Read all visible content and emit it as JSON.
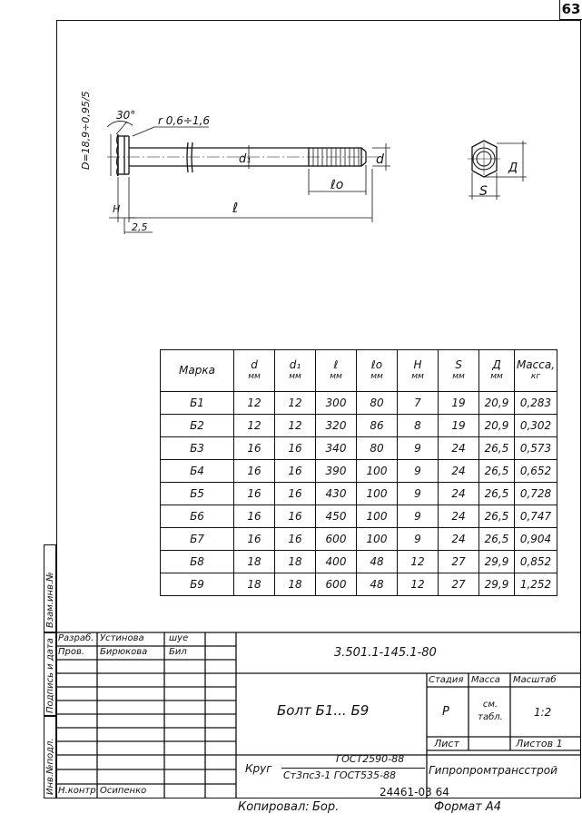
{
  "page_number": "63",
  "drawing": {
    "d_label": "D=18,9÷0,95/5",
    "angle_label": "30°",
    "radius_label": "r 0,6÷1,6",
    "d1_label": "d₁",
    "d_label_end": "d",
    "l0_label": "ℓo",
    "l_label": "ℓ",
    "h_label": "H",
    "dim_25": "2,5",
    "s_label": "S",
    "dd_label": "Д"
  },
  "table": {
    "headers": [
      {
        "name": "Марка",
        "unit": ""
      },
      {
        "name": "d",
        "unit": "мм"
      },
      {
        "name": "d₁",
        "unit": "мм"
      },
      {
        "name": "ℓ",
        "unit": "мм"
      },
      {
        "name": "ℓo",
        "unit": "мм"
      },
      {
        "name": "H",
        "unit": "мм"
      },
      {
        "name": "S",
        "unit": "мм"
      },
      {
        "name": "Д",
        "unit": "мм"
      },
      {
        "name": "Масса,",
        "unit": "кг"
      }
    ],
    "rows": [
      [
        "Б1",
        "12",
        "12",
        "300",
        "80",
        "7",
        "19",
        "20,9",
        "0,283"
      ],
      [
        "Б2",
        "12",
        "12",
        "320",
        "86",
        "8",
        "19",
        "20,9",
        "0,302"
      ],
      [
        "Б3",
        "16",
        "16",
        "340",
        "80",
        "9",
        "24",
        "26,5",
        "0,573"
      ],
      [
        "Б4",
        "16",
        "16",
        "390",
        "100",
        "9",
        "24",
        "26,5",
        "0,652"
      ],
      [
        "Б5",
        "16",
        "16",
        "430",
        "100",
        "9",
        "24",
        "26,5",
        "0,728"
      ],
      [
        "Б6",
        "16",
        "16",
        "450",
        "100",
        "9",
        "24",
        "26,5",
        "0,747"
      ],
      [
        "Б7",
        "16",
        "16",
        "600",
        "100",
        "9",
        "24",
        "26,5",
        "0,904"
      ],
      [
        "Б8",
        "18",
        "18",
        "400",
        "48",
        "12",
        "27",
        "29,9",
        "0,852"
      ],
      [
        "Б9",
        "18",
        "18",
        "600",
        "48",
        "12",
        "27",
        "29,9",
        "1,252"
      ]
    ]
  },
  "side_labels": [
    "Взам.инв.№",
    "Подпись и дата",
    "Инв.№подл."
  ],
  "title_block": {
    "razrab_label": "Разраб.",
    "razrab_name": "Устинова",
    "razrab_sign": "шуе",
    "prov_label": "Пров.",
    "prov_name": "Бирюкова",
    "prov_sign": "Бил",
    "nkontr_label": "Н.контр.",
    "nkontr_name": "Осипенко",
    "doc_code": "3.501.1-145.1-80",
    "title": "Болт Б1... Б9",
    "stadia_label": "Стадия",
    "massa_label": "Масса",
    "masshtab_label": "Масштаб",
    "stadia_value": "Р",
    "massa_value": "см. табл.",
    "masshtab_value": "1:2",
    "list_label": "Лист",
    "listov_label": "Листов 1",
    "material_prefix": "Круг",
    "material_top": "ГОСТ2590-88",
    "material_bottom": "Ст3пс3-1 ГОСТ535-88",
    "organization": "Гипропромтрансстрой"
  },
  "footer": {
    "kopiroval": "Копировал:",
    "signature": "Бор.",
    "number": "24461-03 64",
    "format": "Формат А4"
  }
}
